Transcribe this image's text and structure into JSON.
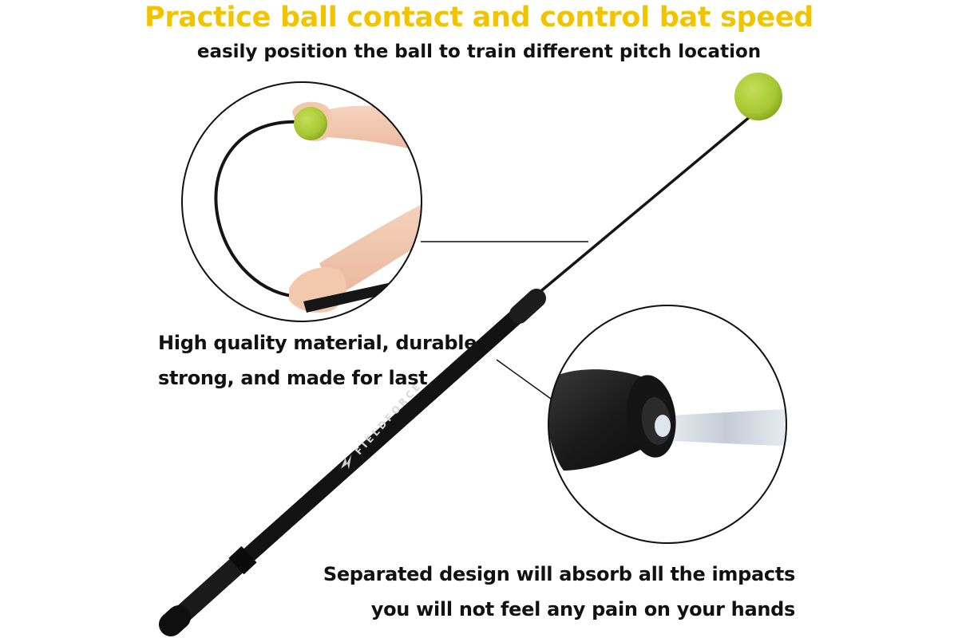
{
  "headline": {
    "text": "Practice ball contact and control bat speed",
    "color": "#f2c400"
  },
  "subhead": {
    "text": "easily position the ball to train different pitch location"
  },
  "callout_material": {
    "lines": [
      "High quality material, durable,",
      "strong, and made for last"
    ]
  },
  "callout_design": {
    "lines": [
      "Separated design will absorb all the impacts",
      "you will not feel any pain on your hands"
    ]
  },
  "product": {
    "brand_mark": "FIELDFORCE",
    "ball_color": "#a6c832",
    "shaft_color": "#111111"
  }
}
